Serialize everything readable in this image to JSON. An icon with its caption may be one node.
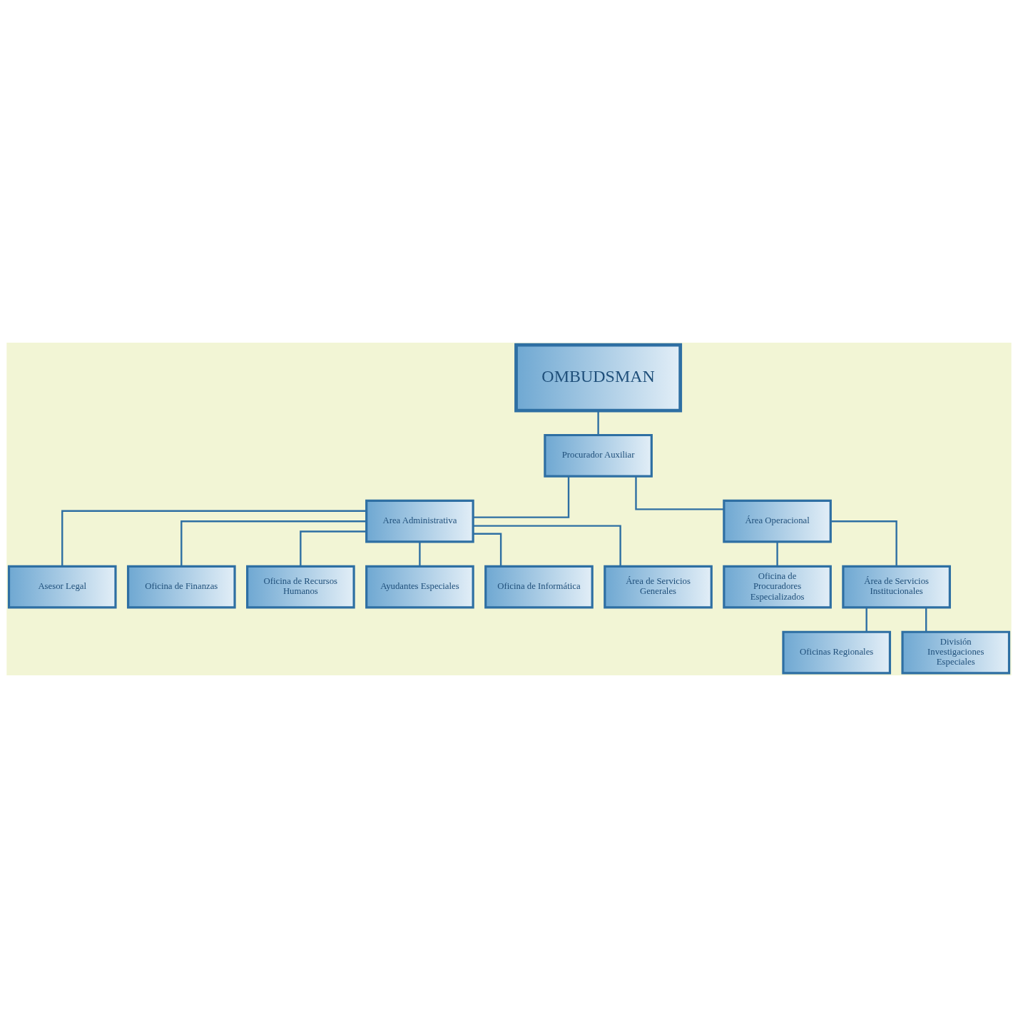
{
  "diagram": {
    "nodes": [
      {
        "text": [
          "OMBUDSMAN"
        ]
      },
      {
        "text": [
          "Procurador Auxiliar"
        ]
      },
      {
        "text": [
          "Area Administrativa"
        ]
      },
      {
        "text": [
          "Área Operacional"
        ]
      },
      {
        "text": [
          "Asesor Legal"
        ]
      },
      {
        "text": [
          "Oficina de Finanzas"
        ]
      },
      {
        "text": [
          "Oficina de Recursos Humanos"
        ]
      },
      {
        "text": [
          "Ayudantes Especiales"
        ]
      },
      {
        "text": [
          "Oficina de Informática"
        ]
      },
      {
        "text": [
          "Área de Servicios Generales"
        ]
      },
      {
        "text": [
          "Oficina de Procuradores Especializados"
        ]
      },
      {
        "text": [
          "Área de Servicios Institucionales"
        ]
      },
      {
        "text": [
          "Oficinas Regionales"
        ]
      },
      {
        "text": [
          "División Investigaciones Especiales"
        ]
      }
    ],
    "edges": [
      {
        "from": 0,
        "to": 1,
        "arrow": "none"
      },
      {
        "from": 1,
        "to": 2,
        "arrow": "none"
      },
      {
        "from": 1,
        "to": 3,
        "arrow": "none"
      },
      {
        "from": 2,
        "to": 4,
        "arrow": "none"
      },
      {
        "from": 2,
        "to": 5,
        "arrow": "none"
      },
      {
        "from": 2,
        "to": 6,
        "arrow": "none"
      },
      {
        "from": 2,
        "to": 7,
        "arrow": "none"
      },
      {
        "from": 2,
        "to": 8,
        "arrow": "none"
      },
      {
        "from": 2,
        "to": 9,
        "arrow": "none"
      },
      {
        "from": 3,
        "to": 10,
        "arrow": "none"
      },
      {
        "from": 3,
        "to": 11,
        "arrow": "none"
      },
      {
        "from": 11,
        "to": 12,
        "arrow": "none"
      },
      {
        "from": 11,
        "to": 13,
        "arrow": "none"
      }
    ]
  }
}
